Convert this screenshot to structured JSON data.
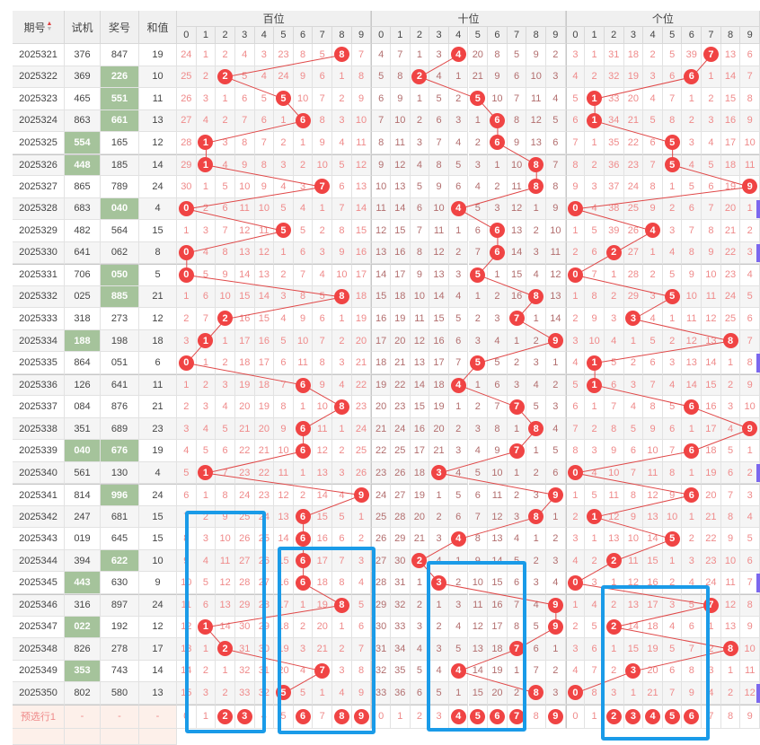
{
  "header": {
    "period": "期号",
    "test": "试机",
    "draw": "奖号",
    "sum": "和值",
    "groups": [
      "百位",
      "十位",
      "个位"
    ],
    "digits": [
      "0",
      "1",
      "2",
      "3",
      "4",
      "5",
      "6",
      "7",
      "8",
      "9"
    ]
  },
  "colors": {
    "ball": "#f04444",
    "green": "#a5c39b",
    "line": "#e04848",
    "highlight_box": "#1a9be8"
  },
  "rows": [
    {
      "period": "2025321",
      "test": "376",
      "draw": "847",
      "sum": "19",
      "green": "",
      "miss": [
        [
          24,
          1,
          2,
          4,
          3,
          23,
          8,
          5,
          8,
          7
        ],
        [
          4,
          7,
          1,
          3,
          4,
          20,
          8,
          5,
          9,
          2
        ],
        [
          3,
          1,
          31,
          18,
          2,
          5,
          39,
          7,
          13,
          6
        ]
      ]
    },
    {
      "period": "2025322",
      "test": "369",
      "draw": "226",
      "sum": "10",
      "green": "draw",
      "miss": [
        [
          25,
          2,
          2,
          5,
          4,
          24,
          9,
          6,
          1,
          8
        ],
        [
          5,
          8,
          2,
          4,
          1,
          21,
          9,
          6,
          10,
          3
        ],
        [
          4,
          2,
          32,
          19,
          3,
          6,
          6,
          1,
          14,
          7
        ]
      ]
    },
    {
      "period": "2025323",
      "test": "465",
      "draw": "551",
      "sum": "11",
      "green": "draw",
      "miss": [
        [
          26,
          3,
          1,
          6,
          5,
          5,
          10,
          7,
          2,
          9
        ],
        [
          6,
          9,
          1,
          5,
          2,
          5,
          10,
          7,
          11,
          4
        ],
        [
          5,
          1,
          33,
          20,
          4,
          7,
          1,
          2,
          15,
          8
        ]
      ]
    },
    {
      "period": "2025324",
      "test": "863",
      "draw": "661",
      "sum": "13",
      "green": "draw",
      "miss": [
        [
          27,
          4,
          2,
          7,
          6,
          1,
          6,
          8,
          3,
          10
        ],
        [
          7,
          10,
          2,
          6,
          3,
          1,
          6,
          8,
          12,
          5
        ],
        [
          6,
          1,
          34,
          21,
          5,
          8,
          2,
          3,
          16,
          9
        ]
      ]
    },
    {
      "period": "2025325",
      "test": "554",
      "draw": "165",
      "sum": "12",
      "green": "test",
      "miss": [
        [
          28,
          1,
          3,
          8,
          7,
          2,
          1,
          9,
          4,
          11
        ],
        [
          8,
          11,
          3,
          7,
          4,
          2,
          6,
          9,
          13,
          6
        ],
        [
          7,
          1,
          35,
          22,
          6,
          5,
          3,
          4,
          17,
          10
        ]
      ]
    },
    {
      "period": "2025326",
      "test": "448",
      "draw": "185",
      "sum": "14",
      "green": "test",
      "miss": [
        [
          29,
          1,
          4,
          9,
          8,
          3,
          2,
          10,
          5,
          12
        ],
        [
          9,
          12,
          4,
          8,
          5,
          3,
          1,
          10,
          8,
          7
        ],
        [
          8,
          2,
          36,
          23,
          7,
          5,
          4,
          5,
          18,
          11
        ]
      ]
    },
    {
      "period": "2025327",
      "test": "865",
      "draw": "789",
      "sum": "24",
      "green": "",
      "miss": [
        [
          30,
          1,
          5,
          10,
          9,
          4,
          3,
          7,
          6,
          13
        ],
        [
          10,
          13,
          5,
          9,
          6,
          4,
          2,
          11,
          8,
          8
        ],
        [
          9,
          3,
          37,
          24,
          8,
          1,
          5,
          6,
          19,
          9
        ]
      ]
    },
    {
      "period": "2025328",
      "test": "683",
      "draw": "040",
      "sum": "4",
      "green": "draw",
      "miss": [
        [
          0,
          2,
          6,
          11,
          10,
          5,
          4,
          1,
          7,
          14
        ],
        [
          11,
          14,
          6,
          10,
          4,
          5,
          3,
          12,
          1,
          9
        ],
        [
          0,
          4,
          38,
          25,
          9,
          2,
          6,
          7,
          20,
          1
        ]
      ]
    },
    {
      "period": "2025329",
      "test": "482",
      "draw": "564",
      "sum": "15",
      "green": "",
      "miss": [
        [
          1,
          3,
          7,
          12,
          11,
          5,
          5,
          2,
          8,
          15
        ],
        [
          12,
          15,
          7,
          11,
          1,
          6,
          6,
          13,
          2,
          10
        ],
        [
          1,
          5,
          39,
          26,
          4,
          3,
          7,
          8,
          21,
          2
        ]
      ]
    },
    {
      "period": "2025330",
      "test": "641",
      "draw": "062",
      "sum": "8",
      "green": "",
      "miss": [
        [
          0,
          4,
          8,
          13,
          12,
          1,
          6,
          3,
          9,
          16
        ],
        [
          13,
          16,
          8,
          12,
          2,
          7,
          6,
          14,
          3,
          11
        ],
        [
          2,
          6,
          2,
          27,
          1,
          4,
          8,
          9,
          22,
          3
        ]
      ]
    },
    {
      "period": "2025331",
      "test": "706",
      "draw": "050",
      "sum": "5",
      "green": "draw",
      "miss": [
        [
          0,
          5,
          9,
          14,
          13,
          2,
          7,
          4,
          10,
          17
        ],
        [
          14,
          17,
          9,
          13,
          3,
          5,
          1,
          15,
          4,
          12
        ],
        [
          0,
          7,
          1,
          28,
          2,
          5,
          9,
          10,
          23,
          4
        ]
      ]
    },
    {
      "period": "2025332",
      "test": "025",
      "draw": "885",
      "sum": "21",
      "green": "draw",
      "miss": [
        [
          1,
          6,
          10,
          15,
          14,
          3,
          8,
          5,
          8,
          18
        ],
        [
          15,
          18,
          10,
          14,
          4,
          1,
          2,
          16,
          8,
          13
        ],
        [
          1,
          8,
          2,
          29,
          3,
          5,
          10,
          11,
          24,
          5
        ]
      ]
    },
    {
      "period": "2025333",
      "test": "318",
      "draw": "273",
      "sum": "12",
      "green": "",
      "miss": [
        [
          2,
          7,
          2,
          16,
          15,
          4,
          9,
          6,
          1,
          19
        ],
        [
          16,
          19,
          11,
          15,
          5,
          2,
          3,
          7,
          1,
          14
        ],
        [
          2,
          9,
          3,
          3,
          4,
          1,
          11,
          12,
          25,
          6
        ]
      ]
    },
    {
      "period": "2025334",
      "test": "188",
      "draw": "198",
      "sum": "18",
      "green": "test",
      "miss": [
        [
          3,
          1,
          1,
          17,
          16,
          5,
          10,
          7,
          2,
          20
        ],
        [
          17,
          20,
          12,
          16,
          6,
          3,
          4,
          1,
          2,
          9
        ],
        [
          3,
          10,
          4,
          1,
          5,
          2,
          12,
          13,
          8,
          7
        ]
      ]
    },
    {
      "period": "2025335",
      "test": "864",
      "draw": "051",
      "sum": "6",
      "green": "",
      "miss": [
        [
          0,
          1,
          2,
          18,
          17,
          6,
          11,
          8,
          3,
          21
        ],
        [
          18,
          21,
          13,
          17,
          7,
          5,
          5,
          2,
          3,
          1
        ],
        [
          4,
          1,
          5,
          2,
          6,
          3,
          13,
          14,
          1,
          8
        ]
      ]
    },
    {
      "period": "2025336",
      "test": "126",
      "draw": "641",
      "sum": "11",
      "green": "",
      "miss": [
        [
          1,
          2,
          3,
          19,
          18,
          7,
          6,
          9,
          4,
          22
        ],
        [
          19,
          22,
          14,
          18,
          4,
          1,
          6,
          3,
          4,
          2
        ],
        [
          5,
          1,
          6,
          3,
          7,
          4,
          14,
          15,
          2,
          9
        ]
      ]
    },
    {
      "period": "2025337",
      "test": "084",
      "draw": "876",
      "sum": "21",
      "green": "",
      "miss": [
        [
          2,
          3,
          4,
          20,
          19,
          8,
          1,
          10,
          8,
          23
        ],
        [
          20,
          23,
          15,
          19,
          1,
          2,
          7,
          7,
          5,
          3
        ],
        [
          6,
          1,
          7,
          4,
          8,
          5,
          6,
          16,
          3,
          10
        ]
      ]
    },
    {
      "period": "2025338",
      "test": "351",
      "draw": "689",
      "sum": "23",
      "green": "",
      "miss": [
        [
          3,
          4,
          5,
          21,
          20,
          9,
          6,
          11,
          1,
          24
        ],
        [
          21,
          24,
          16,
          20,
          2,
          3,
          8,
          1,
          8,
          4
        ],
        [
          7,
          2,
          8,
          5,
          9,
          6,
          1,
          17,
          4,
          9
        ]
      ]
    },
    {
      "period": "2025339",
      "test": "040",
      "draw": "676",
      "sum": "19",
      "green": "both",
      "miss": [
        [
          4,
          5,
          6,
          22,
          21,
          10,
          6,
          12,
          2,
          25
        ],
        [
          22,
          25,
          17,
          21,
          3,
          4,
          9,
          7,
          1,
          5
        ],
        [
          8,
          3,
          9,
          6,
          10,
          7,
          6,
          18,
          5,
          1
        ]
      ]
    },
    {
      "period": "2025340",
      "test": "561",
      "draw": "130",
      "sum": "4",
      "green": "",
      "miss": [
        [
          5,
          1,
          7,
          23,
          22,
          11,
          1,
          13,
          3,
          26
        ],
        [
          23,
          26,
          18,
          3,
          4,
          5,
          10,
          1,
          2,
          6
        ],
        [
          0,
          4,
          10,
          7,
          11,
          8,
          1,
          19,
          6,
          2
        ]
      ]
    },
    {
      "period": "2025341",
      "test": "814",
      "draw": "996",
      "sum": "24",
      "green": "draw",
      "miss": [
        [
          6,
          1,
          8,
          24,
          23,
          12,
          2,
          14,
          4,
          9
        ],
        [
          24,
          27,
          19,
          1,
          5,
          6,
          11,
          2,
          3,
          9
        ],
        [
          1,
          5,
          11,
          8,
          12,
          9,
          6,
          20,
          7,
          3
        ]
      ]
    },
    {
      "period": "2025342",
      "test": "247",
      "draw": "681",
      "sum": "15",
      "green": "",
      "miss": [
        [
          7,
          2,
          9,
          25,
          24,
          13,
          6,
          15,
          5,
          1
        ],
        [
          25,
          28,
          20,
          2,
          6,
          7,
          12,
          3,
          8,
          1
        ],
        [
          2,
          1,
          12,
          9,
          13,
          10,
          1,
          21,
          8,
          4
        ]
      ]
    },
    {
      "period": "2025343",
      "test": "019",
      "draw": "645",
      "sum": "15",
      "green": "",
      "miss": [
        [
          8,
          3,
          10,
          26,
          25,
          14,
          6,
          16,
          6,
          2
        ],
        [
          26,
          29,
          21,
          3,
          4,
          8,
          13,
          4,
          1,
          2
        ],
        [
          3,
          1,
          13,
          10,
          14,
          5,
          2,
          22,
          9,
          5
        ]
      ]
    },
    {
      "period": "2025344",
      "test": "394",
      "draw": "622",
      "sum": "10",
      "green": "draw",
      "miss": [
        [
          9,
          4,
          11,
          27,
          26,
          15,
          6,
          17,
          7,
          3
        ],
        [
          27,
          30,
          2,
          4,
          1,
          9,
          14,
          5,
          2,
          3
        ],
        [
          4,
          2,
          2,
          11,
          15,
          1,
          3,
          23,
          10,
          6
        ]
      ]
    },
    {
      "period": "2025345",
      "test": "443",
      "draw": "630",
      "sum": "9",
      "green": "test",
      "miss": [
        [
          10,
          5,
          12,
          28,
          27,
          16,
          6,
          18,
          8,
          4
        ],
        [
          28,
          31,
          1,
          3,
          2,
          10,
          15,
          6,
          3,
          4
        ],
        [
          0,
          3,
          1,
          12,
          16,
          2,
          4,
          24,
          11,
          7
        ]
      ]
    },
    {
      "period": "2025346",
      "test": "316",
      "draw": "897",
      "sum": "24",
      "green": "",
      "miss": [
        [
          11,
          6,
          13,
          29,
          28,
          17,
          1,
          19,
          8,
          5
        ],
        [
          29,
          32,
          2,
          1,
          3,
          11,
          16,
          7,
          4,
          9
        ],
        [
          1,
          4,
          2,
          13,
          17,
          3,
          5,
          7,
          12,
          8
        ]
      ]
    },
    {
      "period": "2025347",
      "test": "022",
      "draw": "192",
      "sum": "12",
      "green": "test",
      "miss": [
        [
          12,
          1,
          14,
          30,
          29,
          18,
          2,
          20,
          1,
          6
        ],
        [
          30,
          33,
          3,
          2,
          4,
          12,
          17,
          8,
          5,
          9
        ],
        [
          2,
          5,
          2,
          14,
          18,
          4,
          6,
          1,
          13,
          9
        ]
      ]
    },
    {
      "period": "2025348",
      "test": "826",
      "draw": "278",
      "sum": "17",
      "green": "",
      "miss": [
        [
          13,
          1,
          2,
          31,
          30,
          19,
          3,
          21,
          2,
          7
        ],
        [
          31,
          34,
          4,
          3,
          5,
          13,
          18,
          7,
          6,
          1
        ],
        [
          3,
          6,
          1,
          15,
          19,
          5,
          7,
          2,
          8,
          10
        ]
      ]
    },
    {
      "period": "2025349",
      "test": "353",
      "draw": "743",
      "sum": "14",
      "green": "test",
      "miss": [
        [
          14,
          2,
          1,
          32,
          31,
          20,
          4,
          7,
          3,
          8
        ],
        [
          32,
          35,
          5,
          4,
          4,
          14,
          19,
          1,
          7,
          2
        ],
        [
          4,
          7,
          2,
          3,
          20,
          6,
          8,
          3,
          1,
          11
        ]
      ]
    },
    {
      "period": "2025350",
      "test": "802",
      "draw": "580",
      "sum": "13",
      "green": "",
      "miss": [
        [
          15,
          3,
          2,
          33,
          32,
          5,
          5,
          1,
          4,
          9
        ],
        [
          33,
          36,
          6,
          5,
          1,
          15,
          20,
          2,
          8,
          3
        ],
        [
          0,
          8,
          3,
          1,
          21,
          7,
          9,
          4,
          2,
          12
        ]
      ]
    }
  ],
  "preselect": {
    "label": "预选行1",
    "test": "-",
    "draw": "-",
    "sum": "-",
    "selected": [
      [
        2,
        3,
        6,
        8,
        9
      ],
      [
        4,
        5,
        6,
        7,
        9
      ],
      [
        2,
        3,
        4,
        5,
        6
      ]
    ]
  }
}
